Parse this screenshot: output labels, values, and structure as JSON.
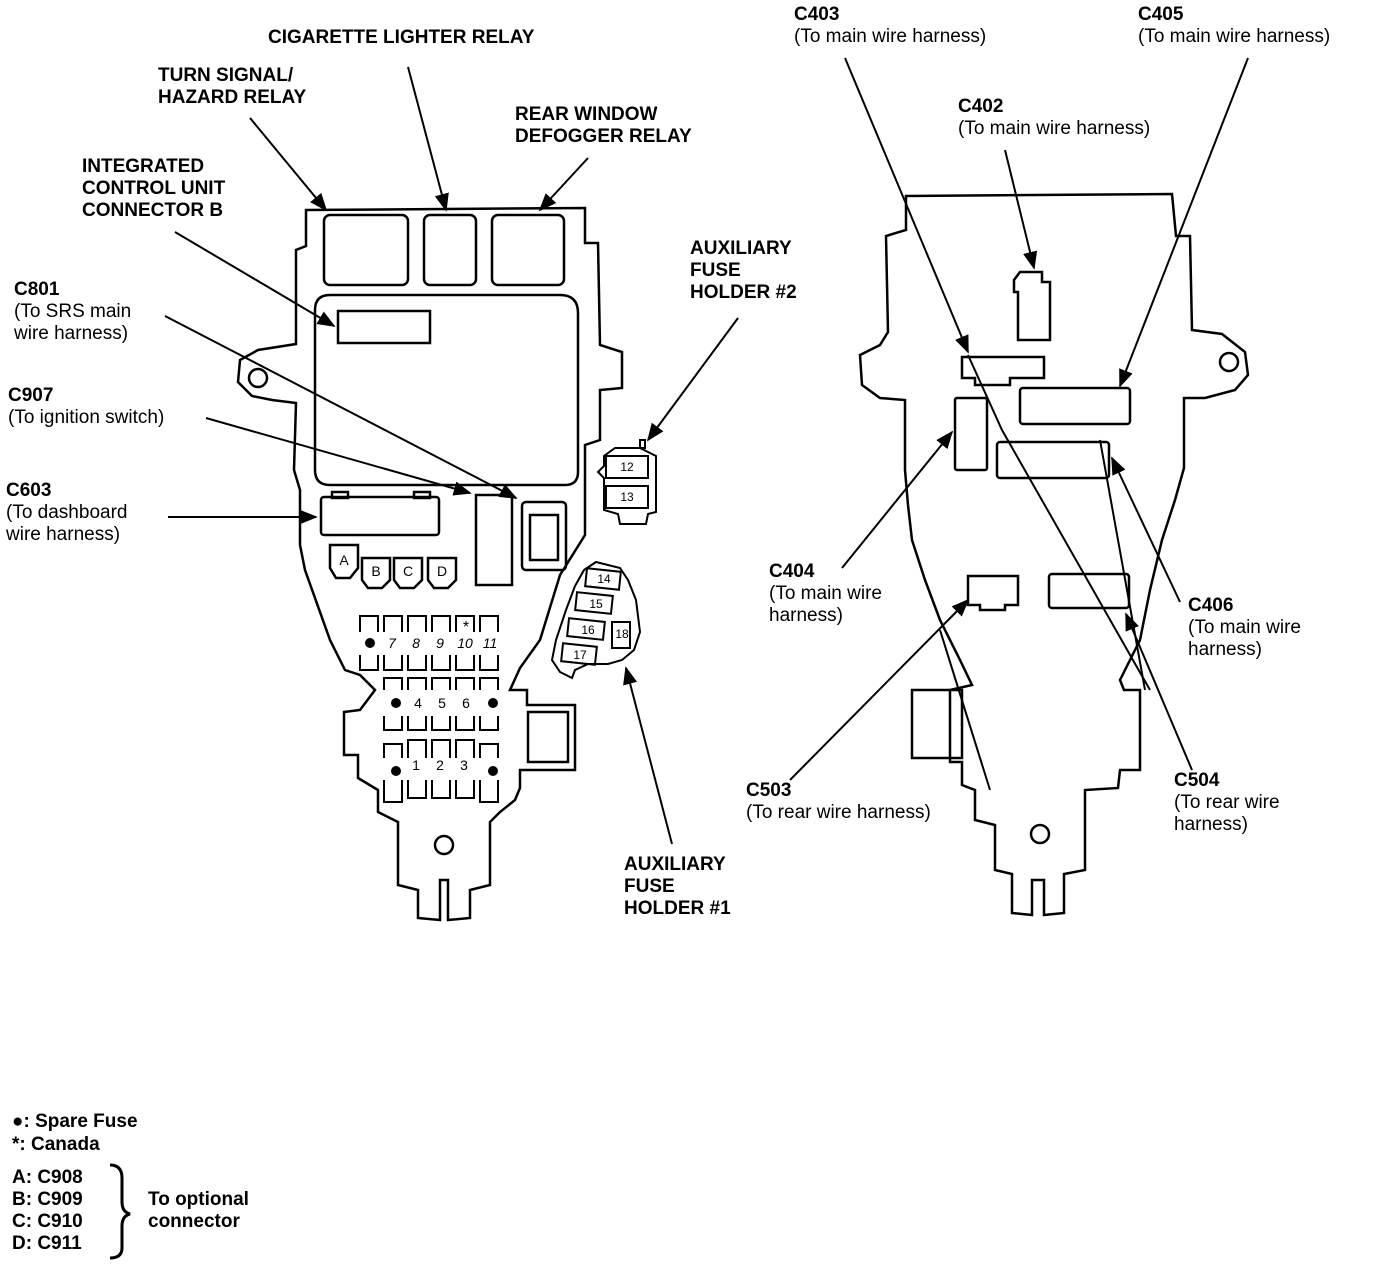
{
  "left_labels": {
    "cig_relay": "CIGARETTE LIGHTER RELAY",
    "turn_signal": [
      "TURN SIGNAL/",
      "HAZARD RELAY"
    ],
    "rear_window": [
      "REAR WINDOW",
      "DEFOGGER RELAY"
    ],
    "icu": [
      "INTEGRATED",
      "CONTROL UNIT",
      "CONNECTOR B"
    ],
    "c801": {
      "code": "C801",
      "desc": [
        "(To SRS main",
        "wire harness)"
      ]
    },
    "c907": {
      "code": "C907",
      "desc": [
        "(To ignition switch)"
      ]
    },
    "c603": {
      "code": "C603",
      "desc": [
        "(To dashboard",
        "wire harness)"
      ]
    },
    "aux2": [
      "AUXILIARY",
      "FUSE",
      "HOLDER #2"
    ],
    "aux1": [
      "AUXILIARY",
      "FUSE",
      "HOLDER #1"
    ]
  },
  "right_labels": {
    "c403": {
      "code": "C403",
      "desc": [
        "(To main wire harness)"
      ]
    },
    "c405": {
      "code": "C405",
      "desc": [
        "(To main wire harness)"
      ]
    },
    "c402": {
      "code": "C402",
      "desc": [
        "(To main wire harness)"
      ]
    },
    "c404": {
      "code": "C404",
      "desc": [
        "(To main wire",
        "harness)"
      ]
    },
    "c406": {
      "code": "C406",
      "desc": [
        "(To main wire",
        "harness)"
      ]
    },
    "c503": {
      "code": "C503",
      "desc": [
        "(To rear wire harness)"
      ]
    },
    "c504": {
      "code": "C504",
      "desc": [
        "(To rear wire",
        "harness)"
      ]
    }
  },
  "fuse_numbers": {
    "row1": [
      "7",
      "8",
      "9",
      "10",
      "11"
    ],
    "row2": [
      "4",
      "5",
      "6"
    ],
    "row3": [
      "1",
      "2",
      "3"
    ],
    "aux2": [
      "12",
      "13"
    ],
    "aux1": [
      "14",
      "15",
      "16",
      "17",
      "18"
    ],
    "optional": [
      "A",
      "B",
      "C",
      "D"
    ],
    "canada_mark": "*"
  },
  "legend": {
    "spare": "●: Spare Fuse",
    "canada": "*:  Canada",
    "items": [
      "A: C908",
      "B: C909",
      "C: C910",
      "D: C911"
    ],
    "note": [
      "To optional",
      "connector"
    ]
  }
}
